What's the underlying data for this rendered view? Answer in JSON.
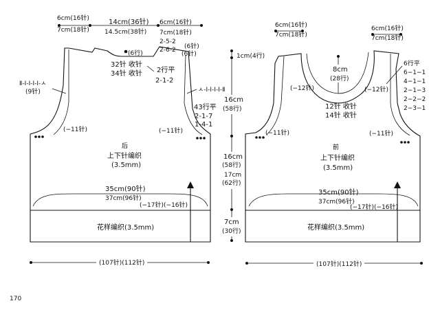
{
  "page_number": "170",
  "back": {
    "title": "后",
    "stitch_name": "上下针编织",
    "stitch_gauge": "(3.5mm)",
    "hem_name": "花样编织(3.5mm)",
    "shoulder_left_a": "6cm(16针)",
    "shoulder_left_b": "7cm(18针)",
    "neck_a": "14cm(36针)",
    "neck_b": "14.5cm(38针)",
    "shoulder_right_a": "6cm(16针)",
    "shoulder_right_b": "7cm(18针)",
    "neck_row_count": "(6行)",
    "neck_bind_a": "32针 收针",
    "neck_bind_b": "34针 收针",
    "neck_dec_a": "2行平",
    "neck_dec_b": "2-1-2",
    "shoulder_dec_a": "2-5-2",
    "shoulder_dec_a_rows": "(6针)",
    "shoulder_dec_b": "2-6-2",
    "shoulder_dec_b_rows": "(6针)",
    "armhole_left_symbol": "Ⅱ-Ⅰ-Ⅰ-Ⅰ-Ⅰ-ㅅ",
    "armhole_left_count": "(9针)",
    "armhole_right_symbol": "ㅅ-Ⅰ-Ⅰ-Ⅰ-Ⅰ-Ⅱ",
    "armhole_dec_a": "43行平",
    "armhole_dec_b": "2-1-7",
    "armhole_dec_c": "1-4-1",
    "left_side_count": "(−11针)",
    "right_side_count": "(−11针)",
    "width_a": "35cm(90针)",
    "width_b": "37cm(96针)",
    "width_dec": "(−17针)(−16针)",
    "bottom_count": "(107针)(112针)"
  },
  "middle": {
    "top_length": "1cm(4行)",
    "armhole_length": "16cm",
    "armhole_rows": "(58行)",
    "body_length_a": "16cm",
    "body_length_a_rows": "(58行)",
    "body_length_b": "17cm",
    "body_length_b_rows": "(62行)",
    "hem_length": "7cm",
    "hem_rows": "(30行)"
  },
  "front": {
    "title": "前",
    "stitch_name": "上下针编织",
    "stitch_gauge": "(3.5mm)",
    "hem_name": "花样编织(3.5mm)",
    "shoulder_left_a": "6cm(16针)",
    "shoulder_left_b": "7cm(18针)",
    "shoulder_right_a": "6cm(16针)",
    "shoulder_right_b": "7cm(18针)",
    "neck_depth": "8cm",
    "neck_depth_rows": "(28行)",
    "neck_left_count": "(−12针)",
    "neck_right_count": "(−12针)",
    "neck_bind_a": "12针 收针",
    "neck_bind_b": "14针 收针",
    "neck_dec_rows": [
      "6行平",
      "6−1−1",
      "4−1−1",
      "2−1−3",
      "2−2−2",
      "2−3−1"
    ],
    "left_side_count": "(−11针)",
    "right_side_count": "(−11针)",
    "width_a": "35cm(90针)",
    "width_b": "37cm(96针)",
    "width_dec": "(−17针)(−16针)",
    "bottom_count": "(107针)(112针)"
  }
}
